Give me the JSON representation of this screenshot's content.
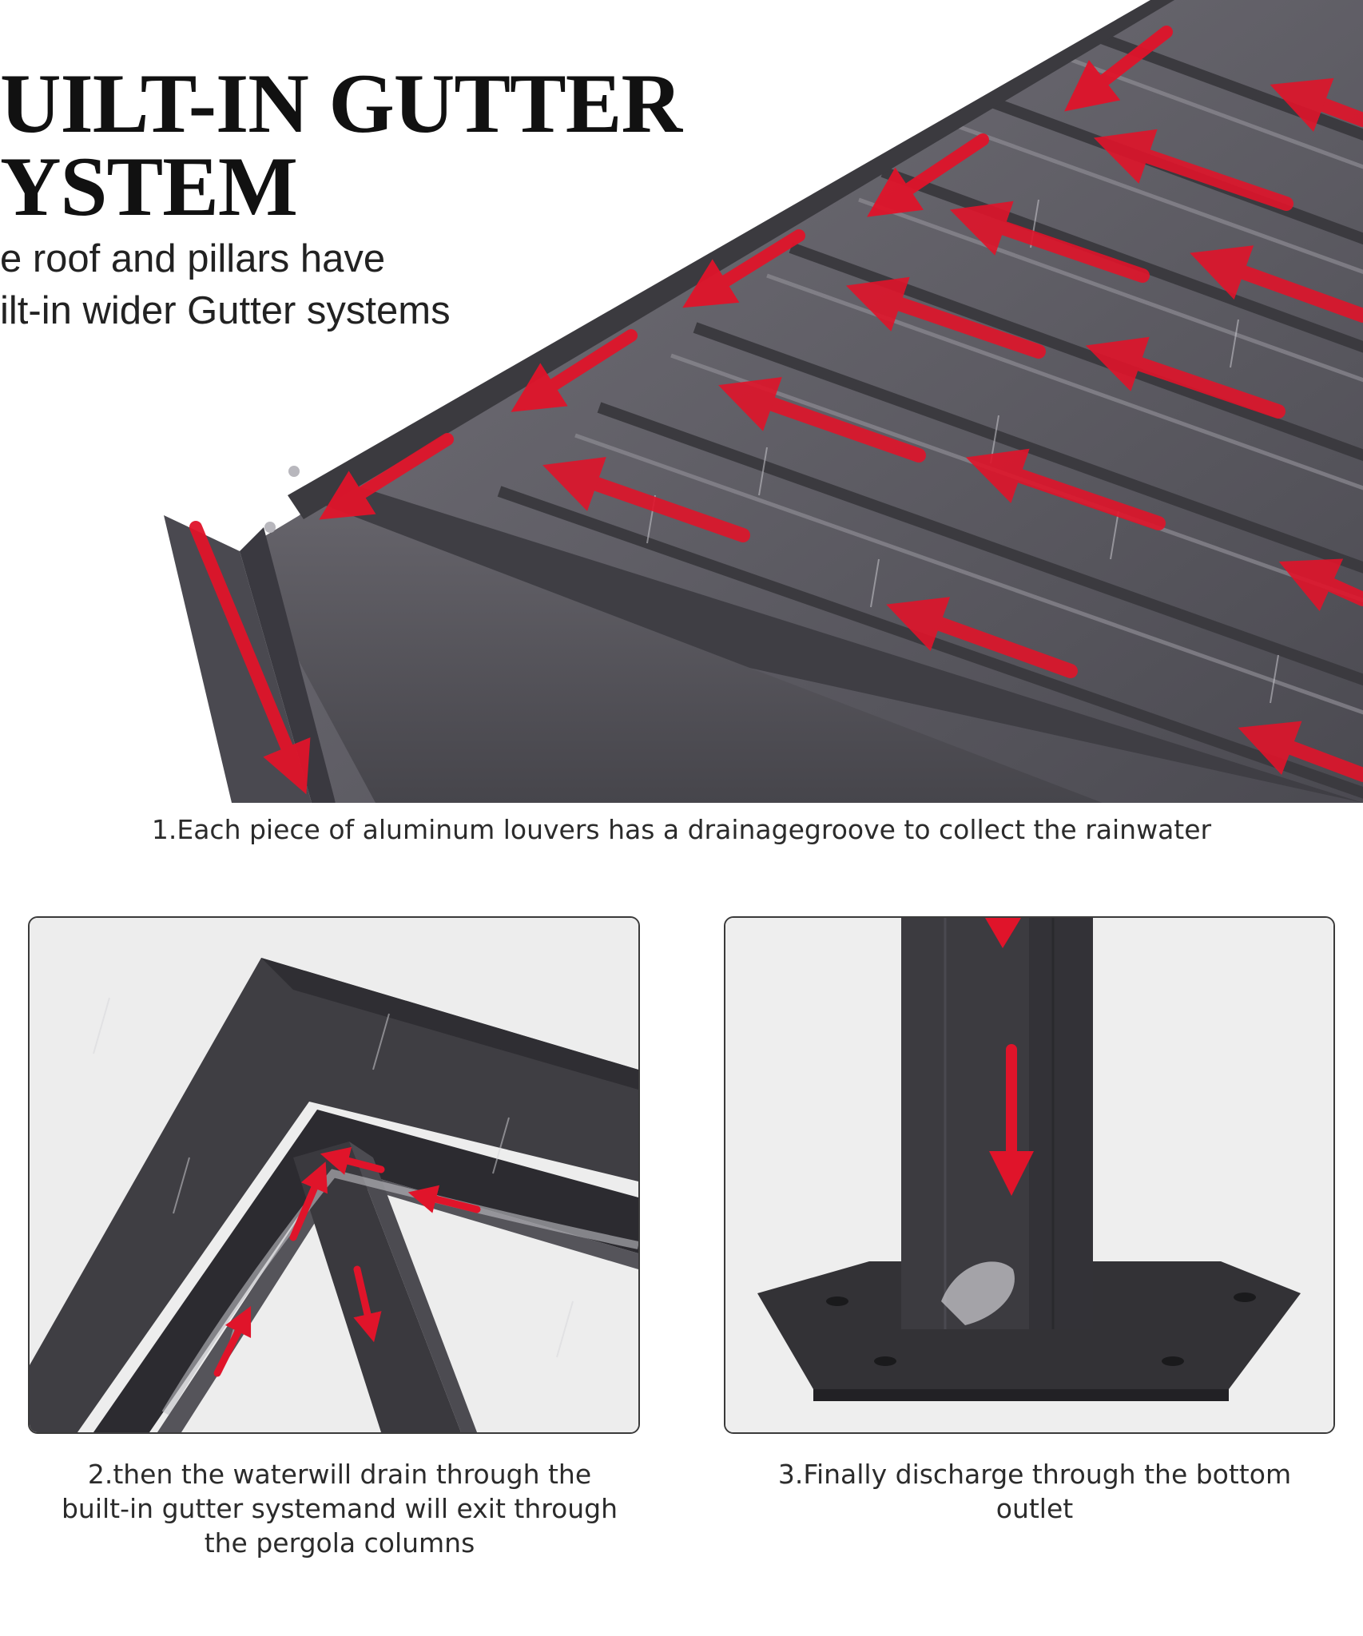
{
  "title": {
    "line1": "UILT-IN GUTTER",
    "line2": "YSTEM"
  },
  "subtitle": {
    "line1": "e roof and pillars have",
    "line2": "ilt-in wider Gutter systems"
  },
  "steps": [
    {
      "text": "1.Each piece of aluminum louvers has a drainagegroove to collect the rainwater"
    },
    {
      "lines": [
        "2.then the waterwill drain through the",
        "built-in gutter systemand will exit through",
        "the pergola columns"
      ]
    },
    {
      "lines": [
        "3.Finally discharge through the bottom",
        "outlet"
      ]
    }
  ],
  "colors": {
    "arrow": "#e0142a",
    "frame": "#3b3a3e",
    "louver": "#5a5960",
    "background": "#ffffff",
    "panel_background": "#efefef"
  },
  "icons": [
    "red-flow-arrow-icon"
  ]
}
